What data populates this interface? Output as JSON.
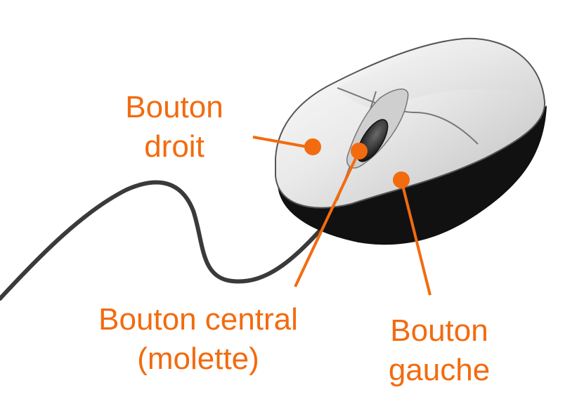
{
  "colors": {
    "accent": "#f26b0f",
    "cable": "#3a3a3a",
    "mouse_body": "#e6e6e6",
    "mouse_base": "#111111",
    "wheel": "#2b2b2b"
  },
  "labels": {
    "right_button": {
      "line1": "Bouton",
      "line2": "droit"
    },
    "center_button": {
      "line1": "Bouton central",
      "line2": "(molette)"
    },
    "left_button": {
      "line1": "Bouton",
      "line2": "gauche"
    }
  },
  "icons": {
    "mouse": "computer-mouse-icon"
  }
}
